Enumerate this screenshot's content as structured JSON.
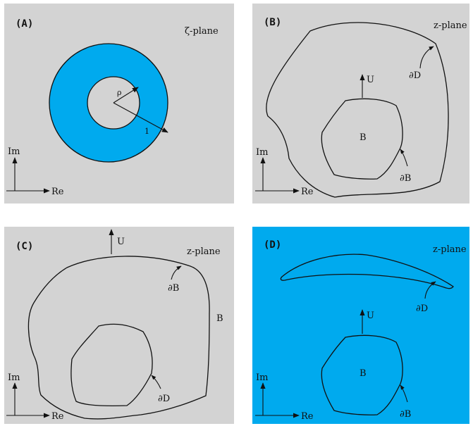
{
  "colors": {
    "panel_bg": "#d3d3d3",
    "fluid": "#00aaee",
    "outline": "#111111"
  },
  "panels": [
    {
      "id": "A",
      "label": "(A)",
      "plane": "ζ-plane",
      "labels": {
        "rho": "ρ",
        "one": "1"
      },
      "axes": {
        "im": "Im",
        "re": "Re"
      }
    },
    {
      "id": "B",
      "label": "(B)",
      "plane": "z-plane",
      "labels": {
        "velocity": "U",
        "body": "B",
        "outer_boundary": "∂D",
        "body_boundary": "∂B"
      },
      "axes": {
        "im": "Im",
        "re": "Re"
      }
    },
    {
      "id": "C",
      "label": "(C)",
      "plane": "z-plane",
      "labels": {
        "velocity": "U",
        "outer_boundary": "∂B",
        "inner_boundary": "∂D",
        "exterior": "B"
      },
      "axes": {
        "im": "Im",
        "re": "Re"
      }
    },
    {
      "id": "D",
      "label": "(D)",
      "plane": "z-plane",
      "labels": {
        "velocity": "U",
        "body": "B",
        "crescent_boundary": "∂D",
        "body_boundary": "∂B"
      },
      "axes": {
        "im": "Im",
        "re": "Re"
      }
    }
  ]
}
